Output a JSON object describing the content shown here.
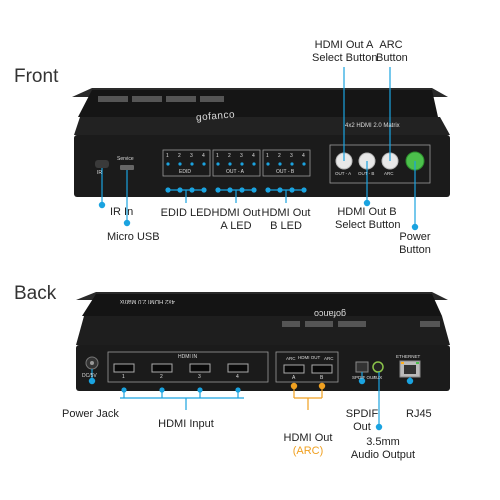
{
  "front": {
    "section_title": "Front",
    "device": {
      "brand": "gofanco",
      "model_text": "4x2 HDMI 2.0 Matrix",
      "service_label": "Service",
      "ir_label": "IR",
      "edid_label": "EDID",
      "out_a_label": "OUT - A",
      "out_b_label": "OUT - B",
      "led_numbers": [
        "1",
        "2",
        "3",
        "4"
      ],
      "btn_out_a": "OUT - A",
      "btn_out_b": "OUT - B",
      "btn_arc": "ARC"
    },
    "callouts": {
      "hdmi_out_a_select_line1": "HDMI Out A",
      "hdmi_out_a_select_line2": "Select Button",
      "arc_button_line1": "ARC",
      "arc_button_line2": "Button",
      "ir_in": "IR In",
      "micro_usb": "Micro USB",
      "edid_led": "EDID LED",
      "hdmi_out_a_led_line1": "HDMI Out",
      "hdmi_out_a_led_line2": "A LED",
      "hdmi_out_b_led_line1": "HDMI Out",
      "hdmi_out_b_led_line2": "B LED",
      "hdmi_out_b_select_line1": "HDMI Out B",
      "hdmi_out_b_select_line2": "Select Button",
      "power_button_line1": "Power",
      "power_button_line2": "Button"
    }
  },
  "back": {
    "section_title": "Back",
    "device": {
      "brand": "gofanco",
      "model_text": "4x2 HDMI 2.0 Matrix",
      "dc_label": "DC/5V",
      "hdmi_in_label": "HDMI IN",
      "hdmi_in_numbers": [
        "1",
        "2",
        "3",
        "4"
      ],
      "arc_small": "ARC",
      "hdmi_out_label": "HDMI OUT",
      "out_port_a": "A",
      "out_port_b": "B",
      "spdif_out_label": "SPDIF OUT",
      "aux_label": "AUX",
      "ethernet_label": "ETHERNET"
    },
    "callouts": {
      "power_jack": "Power Jack",
      "hdmi_input": "HDMI Input",
      "hdmi_out_line1": "HDMI Out",
      "hdmi_out_line2": "(ARC)",
      "spdif_line1": "SPDIF",
      "spdif_line2": "Out",
      "rj45": "RJ45",
      "audio_line1": "3.5mm",
      "audio_line2": "Audio Output"
    }
  },
  "colors": {
    "accent_blue": "#1aa3e0",
    "accent_orange": "#f0a020",
    "device_body": "#1b1b1b",
    "power_green": "#4cc04c"
  }
}
